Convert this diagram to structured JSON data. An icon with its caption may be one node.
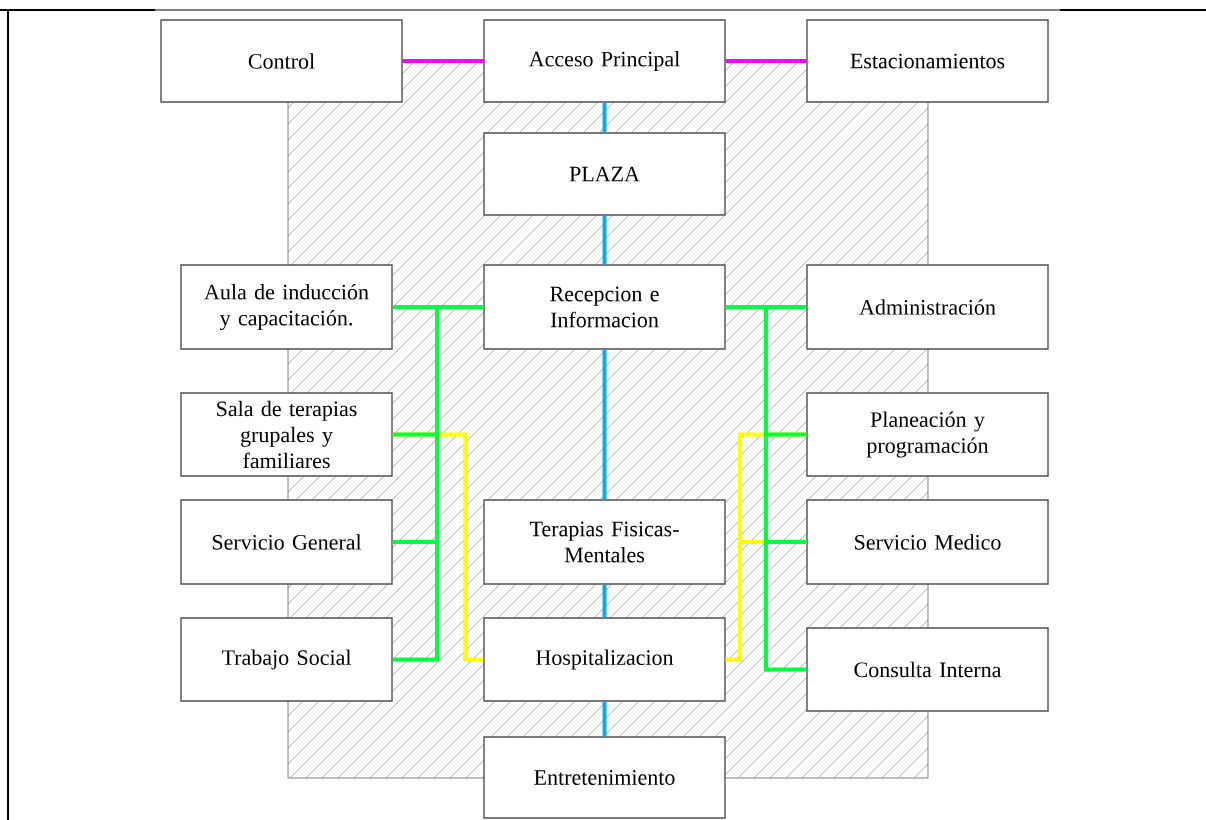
{
  "diagram": {
    "nodes": [
      {
        "text": [
          "Control"
        ]
      },
      {
        "text": [
          "Acceso Principal"
        ]
      },
      {
        "text": [
          "Estacionamientos"
        ]
      },
      {
        "text": [
          "PLAZA"
        ]
      },
      {
        "text": [
          "Aula de inducción y capacitación."
        ]
      },
      {
        "text": [
          "Recepcion e Informacion"
        ]
      },
      {
        "text": [
          "Administración"
        ]
      },
      {
        "text": [
          "Sala de terapias grupales y familiares"
        ]
      },
      {
        "text": [
          "Planeación y programación"
        ]
      },
      {
        "text": [
          "Servicio General"
        ]
      },
      {
        "text": [
          "Terapias Fisicas-Mentales"
        ]
      },
      {
        "text": [
          "Servicio Medico"
        ]
      },
      {
        "text": [
          "Trabajo Social"
        ]
      },
      {
        "text": [
          "Hospitalizacion"
        ]
      },
      {
        "text": [
          "Consulta Interna"
        ]
      },
      {
        "text": [
          "Entretenimiento"
        ]
      }
    ],
    "edges": [
      {
        "from": 7,
        "to": 13,
        "arrow": "none",
        "color": "#ffff00"
      },
      {
        "from": 13,
        "to": 8,
        "arrow": "none",
        "color": "#ffff00"
      },
      {
        "from": 13,
        "to": 11,
        "arrow": "none",
        "color": "#ffff00"
      },
      {
        "from": 0,
        "to": 1,
        "arrow": "none",
        "color": "#ff00ff"
      },
      {
        "from": 1,
        "to": 2,
        "arrow": "none",
        "color": "#ff00ff"
      },
      {
        "from": 1,
        "to": 3,
        "arrow": "none",
        "color": "#00b0f0"
      },
      {
        "from": 3,
        "to": 5,
        "arrow": "none",
        "color": "#00b0f0"
      },
      {
        "from": 5,
        "to": 10,
        "arrow": "none",
        "color": "#00b0f0"
      },
      {
        "from": 10,
        "to": 13,
        "arrow": "none",
        "color": "#00b0f0"
      },
      {
        "from": 13,
        "to": 15,
        "arrow": "none",
        "color": "#00b0f0"
      },
      {
        "from": 5,
        "to": 4,
        "arrow": "none",
        "color": "#00ff40"
      },
      {
        "from": 5,
        "to": 7,
        "arrow": "none",
        "color": "#00ff40"
      },
      {
        "from": 5,
        "to": 9,
        "arrow": "none",
        "color": "#00ff40"
      },
      {
        "from": 5,
        "to": 12,
        "arrow": "none",
        "color": "#00ff40"
      },
      {
        "from": 5,
        "to": 6,
        "arrow": "none",
        "color": "#00ff40"
      },
      {
        "from": 5,
        "to": 8,
        "arrow": "none",
        "color": "#00ff40"
      },
      {
        "from": 5,
        "to": 11,
        "arrow": "none",
        "color": "#00ff40"
      },
      {
        "from": 5,
        "to": 14,
        "arrow": "none",
        "color": "#00ff40"
      }
    ]
  }
}
